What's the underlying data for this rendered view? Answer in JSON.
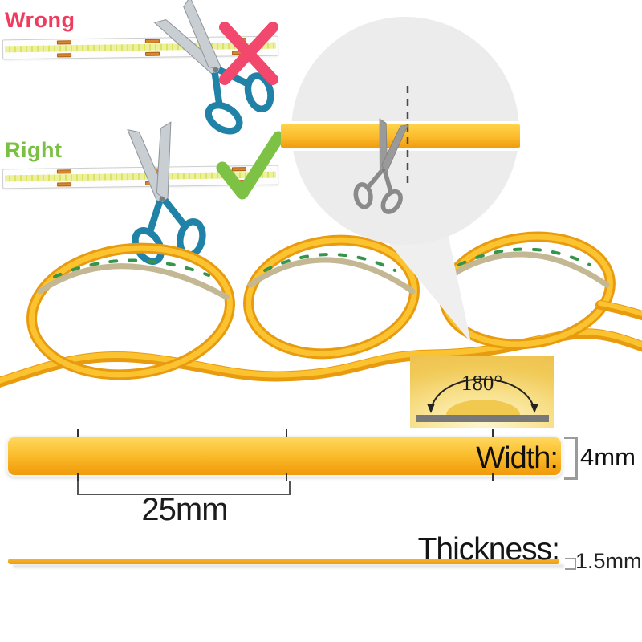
{
  "labels": {
    "wrong": "Wrong",
    "right": "Right"
  },
  "beam": {
    "angle": "180°"
  },
  "dimensions": {
    "width_label": "Width:",
    "width_value": "4mm",
    "cut_interval": "25mm",
    "thickness_label": "Thickness:",
    "thickness_value": "1.5mm"
  },
  "icons": {
    "scissors": "scissors-icon",
    "wrong_mark": "x-mark-icon",
    "right_mark": "check-mark-icon",
    "magnifier": "magnifier-bubble",
    "cut_line": "dashed-cut-line"
  },
  "colors": {
    "wrong": "#ee3b5e",
    "right": "#7ac143",
    "x_mark": "#f2486d",
    "check_mark": "#7dc244",
    "scissors_handle": "#1f82a6",
    "strip_yellow_light": "#ffd85e",
    "strip_yellow": "#fbbe2e",
    "strip_orange": "#ef9c0e",
    "coil_edge": "#e89b0f",
    "coil_face": "#fbc32f",
    "backing_tan": "#c3b794",
    "backing_green": "#36954a",
    "beam_box_bg": "#eec04e",
    "bar_gray": "#787878",
    "bubble_gray": "#ececec"
  }
}
